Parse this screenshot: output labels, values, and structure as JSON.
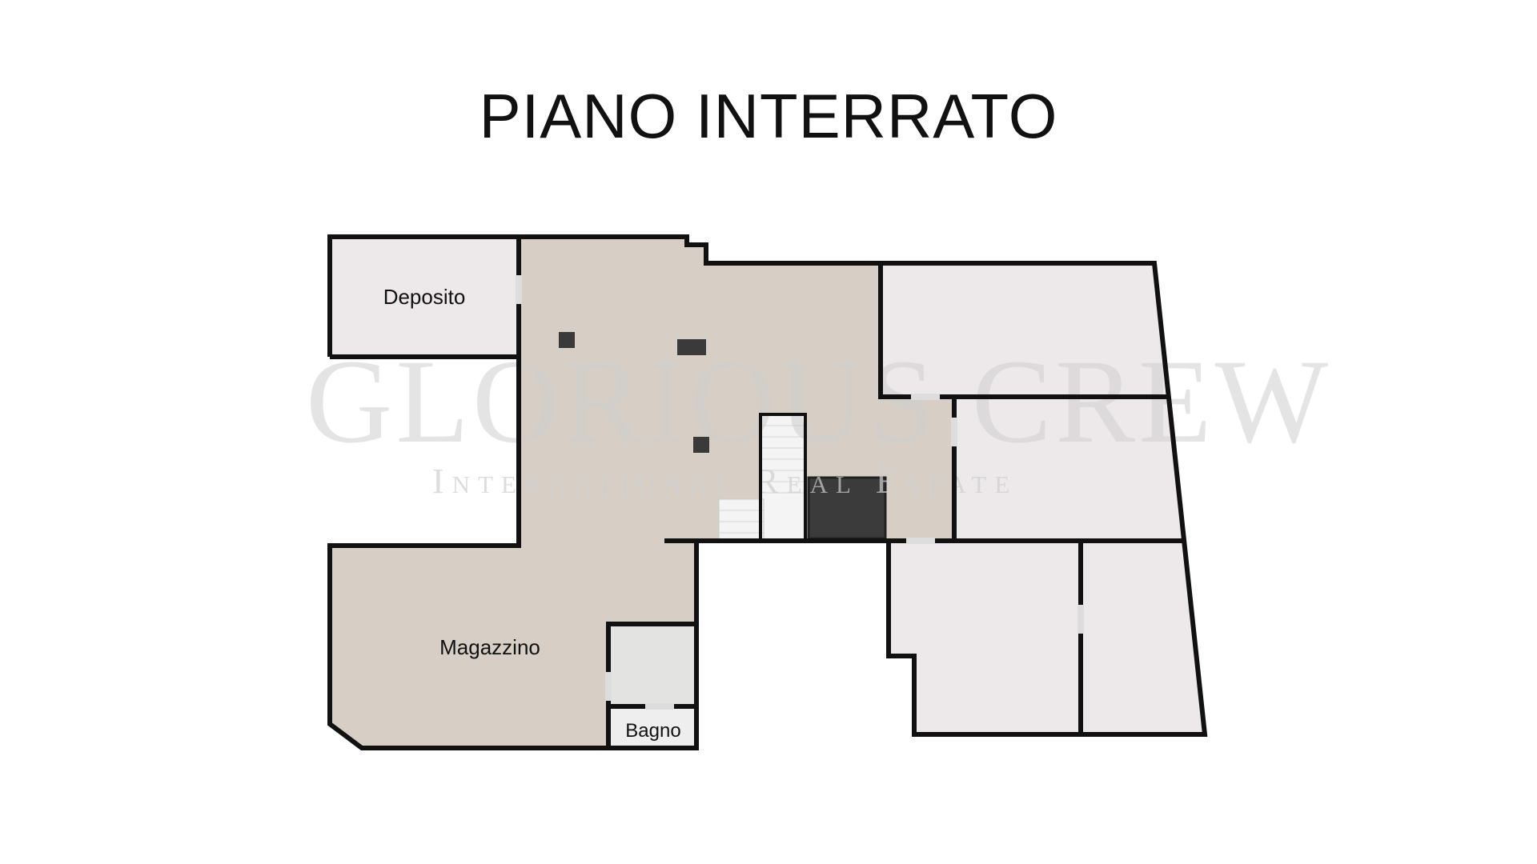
{
  "title": "PIANO INTERRATO",
  "rooms": {
    "deposito": "Deposito",
    "magazzino": "Magazzino",
    "bagno": "Bagno"
  },
  "watermark": {
    "brand": "GLORIOUS CREW",
    "tagline": "International Real Estate"
  },
  "colors": {
    "main_floor": "#d7cfc6",
    "side_rooms": "#ede9ea",
    "bagno_antibagno": "#e3e3e1",
    "stairs": "#f2f2f2",
    "elevator": "#3b3b3b",
    "walls": "#111111"
  }
}
